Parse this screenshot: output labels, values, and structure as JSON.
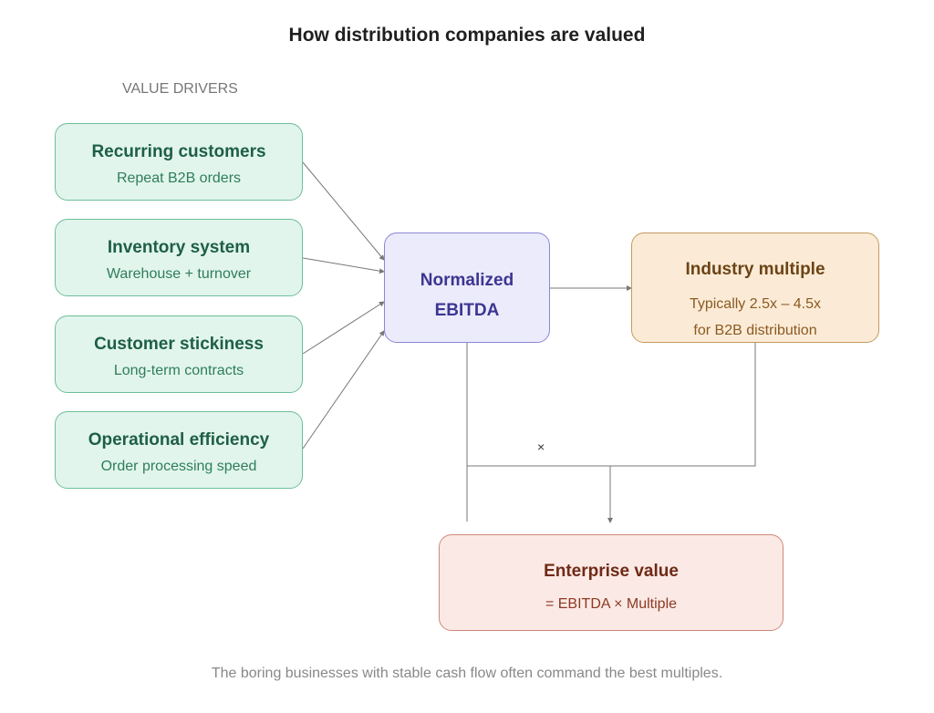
{
  "title": "How distribution companies are valued",
  "section_label": "VALUE DRIVERS",
  "drivers": [
    {
      "title": "Recurring customers",
      "subtitle": "Repeat B2B orders"
    },
    {
      "title": "Inventory system",
      "subtitle": "Warehouse + turnover"
    },
    {
      "title": "Customer stickiness",
      "subtitle": "Long-term contracts"
    },
    {
      "title": "Operational efficiency",
      "subtitle": "Order processing speed"
    }
  ],
  "ebitda": {
    "line1": "Normalized",
    "line2": "EBITDA"
  },
  "multiple": {
    "title": "Industry multiple",
    "line1": "Typically 2.5x – 4.5x",
    "line2": "for B2B distribution"
  },
  "operator": "×",
  "enterprise_value": {
    "title": "Enterprise value",
    "formula": "= EBITDA × Multiple"
  },
  "caption": "The boring businesses with stable cash flow often command the best multiples.",
  "colors": {
    "driver_fill": "#e1f5ec",
    "driver_border": "#6dbf9a",
    "ebitda_fill": "#ebebfb",
    "ebitda_border": "#8b86d6",
    "multiple_fill": "#fbebd6",
    "multiple_border": "#c49a62",
    "ev_fill": "#fbe9e5",
    "ev_border": "#cd8a78",
    "connector": "#777777"
  }
}
